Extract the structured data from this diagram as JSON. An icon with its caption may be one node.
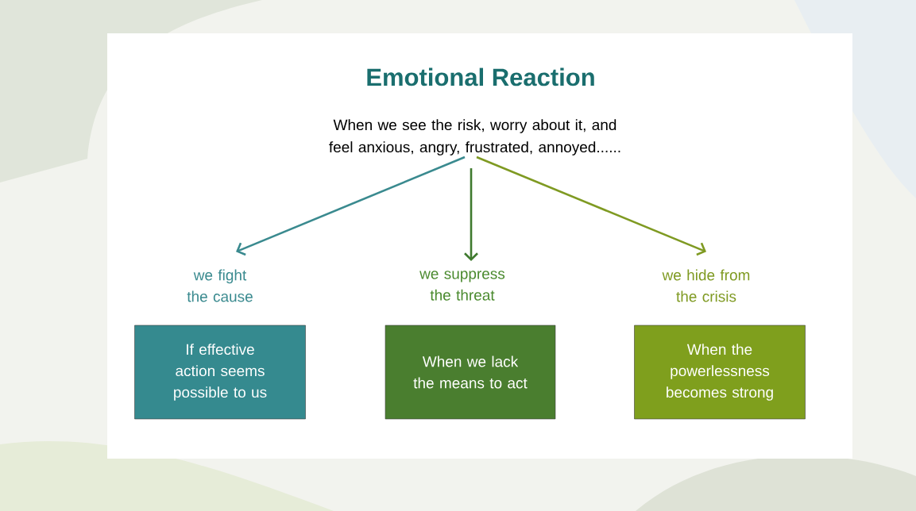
{
  "diagram": {
    "title": "Emotional Reaction",
    "nodes": [
      {
        "text": [
          "When we see the risk, worry about it, and feel anxious, angry, frustrated, annoyed......"
        ]
      },
      {
        "text": [
          "we fight the cause"
        ]
      },
      {
        "text": [
          "we suppress the threat"
        ]
      },
      {
        "text": [
          "we hide from the crisis"
        ]
      },
      {
        "text": [
          "If effective action seems possible to us"
        ]
      },
      {
        "text": [
          "When we lack the means to act"
        ]
      },
      {
        "text": [
          "When the powerlessness becomes strong"
        ]
      }
    ],
    "edges": [
      {
        "from": 0,
        "to": 1,
        "arrow": "to",
        "color": "#3a8a8f"
      },
      {
        "from": 0,
        "to": 2,
        "arrow": "to",
        "color": "#3f7a2e"
      },
      {
        "from": 0,
        "to": 3,
        "arrow": "to",
        "color": "#7f9a22"
      }
    ]
  }
}
